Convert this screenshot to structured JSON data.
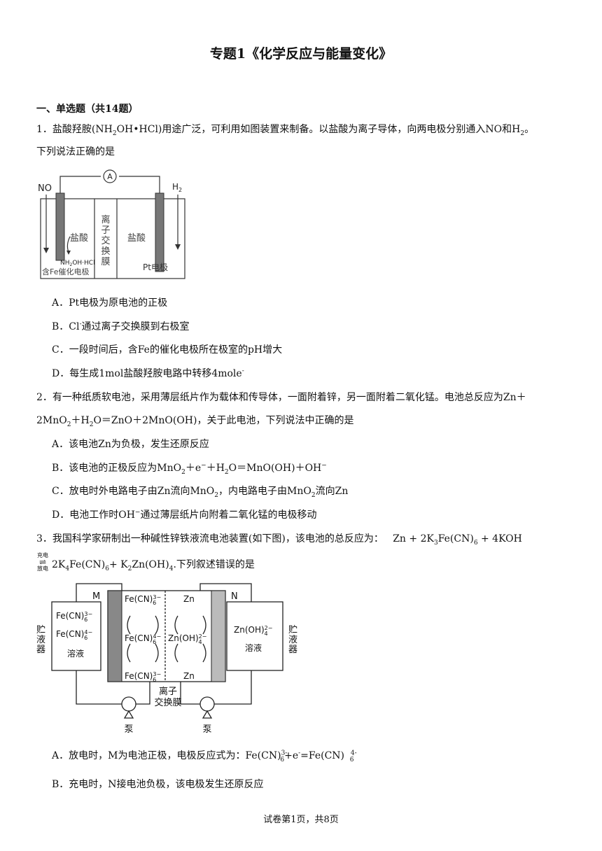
{
  "title": "专题1《化学反应与能量变化》",
  "section": "一、单选题（共14题）",
  "q1": {
    "num": "1．",
    "stem_a": "盐酸羟胺(NH",
    "stem_b": "OH•HCl)用途广泛，可利用如图装置来制备。以盐酸为离子导体，向两电极分别通入NO和H",
    "stem_c": "。",
    "stem_line2": "下列说法正确的是",
    "figure": {
      "no": "NO",
      "h2": "H",
      "h2_sub": "2",
      "ammeter": "A",
      "acid_left": "盐酸",
      "acid_right": "盐酸",
      "membrane": [
        "离",
        "子",
        "交",
        "换",
        "膜"
      ],
      "product": "NH",
      "product_b": "OH·HCl",
      "left_electrode": "含Fe催化电极",
      "right_electrode": "Pt电极"
    },
    "options": {
      "A": "A．Pt电极为原电池的正极",
      "B_pre": "B．Cl",
      "B_post": "通过离子交换膜到右极室",
      "C": "C．一段时间后，含Fe的催化电极所在极室的pH增大",
      "D_pre": "D．每生成1mol盐酸羟胺电路中转移4mole",
      "D_sup": "-"
    }
  },
  "q2": {
    "line1": "2．有一种纸质软电池，采用薄层纸片作为载体和传导体，一面附着锌，另一面附着二氧化锰。电池总反应为Zn＋",
    "line2_a": "2MnO",
    "line2_b": "＋H",
    "line2_c": "O＝ZnO＋2MnO(OH)，关于此电池，下列说法中正确的是",
    "options": {
      "A": "A．该电池Zn为负极，发生还原反应",
      "B_a": "B．该电池的正极反应为MnO",
      "B_b": "＋e",
      "B_c": "＋H",
      "B_d": "O＝MnO(OH)＋OH",
      "C_a": "C．放电时外电路电子由Zn流向MnO",
      "C_b": "，内电路电子由MnO",
      "C_c": "流向Zn",
      "D_a": "D．电池工作时OH",
      "D_b": "通过薄层纸片向附着二氧化锰的电极移动"
    }
  },
  "q3": {
    "line1_a": "3．我国科学家研制出一种碱性锌铁液流电池装置(如下图)，该电池的总反应为：",
    "line1_b": "Zn + 2K",
    "line1_c": "Fe(CN)",
    "line1_d": " + 4KOH",
    "charge": "充电",
    "discharge": "放电",
    "line2_a": "2K",
    "line2_b": "Fe(CN)",
    "line2_c": "+ K",
    "line2_d": "Zn(OH)",
    "line2_e": "下列叙述错误的是",
    "figure": {
      "M": "M",
      "N": "N",
      "store": [
        "贮",
        "液",
        "器"
      ],
      "fe3": "Fe(CN)",
      "fe4": "Fe(CN)",
      "sol": "溶液",
      "zn": "Zn",
      "znoh": "Zn(OH)",
      "membrane": [
        "离子",
        "交换膜"
      ],
      "pump": "泵"
    },
    "options": {
      "A_a": "A．放电时，M为电池正极，电极反应式为：Fe(CN)",
      "A_b": "+e",
      "A_c": "=Fe(CN)",
      "B": "B．充电时，N接电池负极，该电极发生还原反应"
    }
  },
  "footer": "试卷第1页，共8页"
}
